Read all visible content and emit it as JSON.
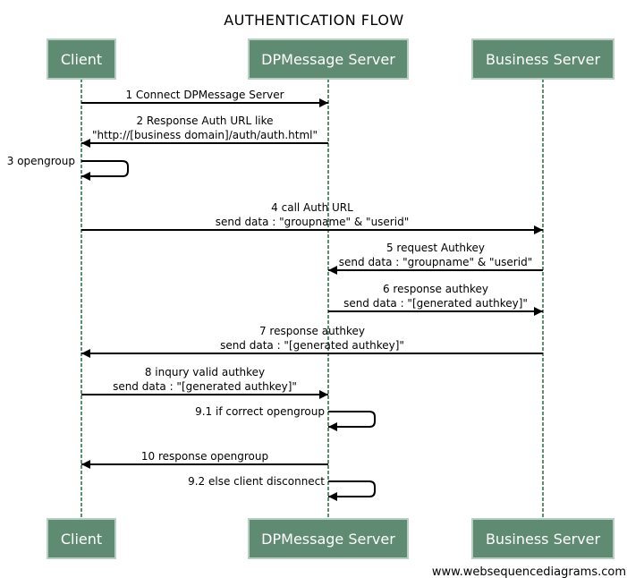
{
  "title": "AUTHENTICATION FLOW",
  "participants": [
    "Client",
    "DPMessage Server",
    "Business Server"
  ],
  "messages": [
    {
      "from": "Client",
      "to": "DPMessage Server",
      "lines": [
        "1 Connect DPMessage Server"
      ]
    },
    {
      "from": "DPMessage Server",
      "to": "Client",
      "lines": [
        "2 Response Auth URL like",
        "\"http://[business domain]/auth/auth.html\""
      ]
    },
    {
      "from": "Client",
      "to": "Client",
      "lines": [
        "3 opengroup"
      ]
    },
    {
      "from": "Client",
      "to": "Business Server",
      "lines": [
        "4 call Auth URL",
        "send data : \"groupname\" & \"userid\""
      ]
    },
    {
      "from": "Business Server",
      "to": "DPMessage Server",
      "lines": [
        "5 request Authkey",
        "send data : \"groupname\" & \"userid\""
      ]
    },
    {
      "from": "DPMessage Server",
      "to": "Business Server",
      "lines": [
        "6 response authkey",
        "send data : \"[generated authkey]\""
      ]
    },
    {
      "from": "Business Server",
      "to": "Client",
      "lines": [
        "7 response authkey",
        "send data : \"[generated authkey]\""
      ]
    },
    {
      "from": "Client",
      "to": "DPMessage Server",
      "lines": [
        "8 inqury valid authkey",
        "send data : \"[generated authkey]\""
      ]
    },
    {
      "from": "DPMessage Server",
      "to": "DPMessage Server",
      "lines": [
        "9.1 if correct opengroup"
      ]
    },
    {
      "from": "DPMessage Server",
      "to": "Client",
      "lines": [
        "10 response opengroup"
      ]
    },
    {
      "from": "DPMessage Server",
      "to": "DPMessage Server",
      "lines": [
        "9.2 else client disconnect"
      ]
    }
  ],
  "watermark": "www.websequencediagrams.com"
}
